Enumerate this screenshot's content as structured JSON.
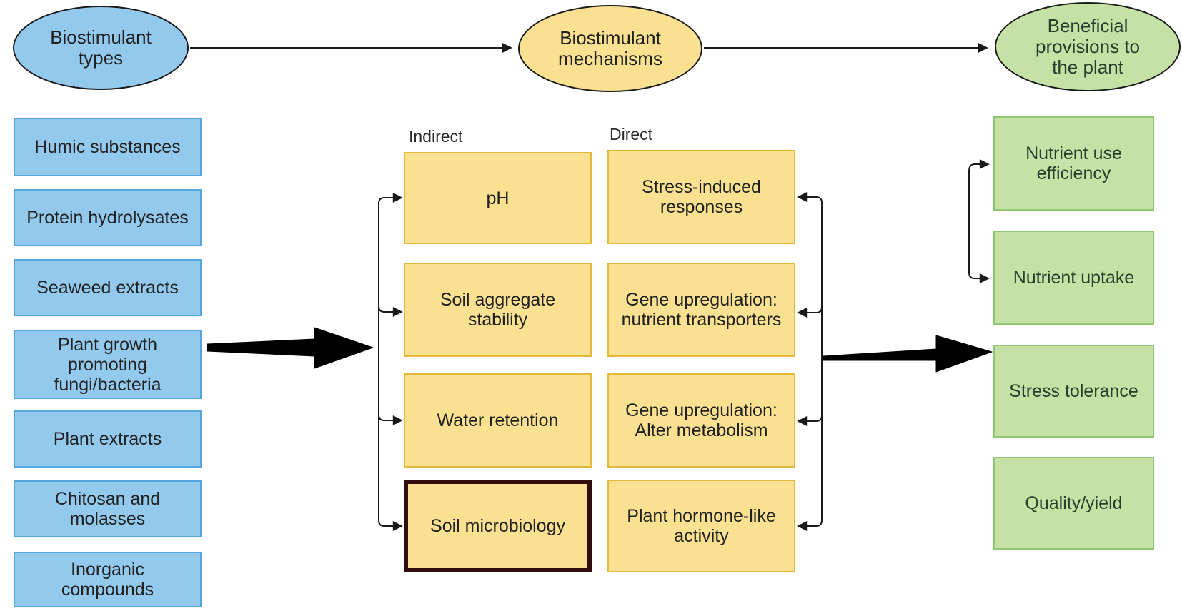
{
  "title": "Biostimulant diagram",
  "colors": {
    "blue_fill": "#93c9ed",
    "blue_border": "#54a7de",
    "yellow_fill": "#f9e191",
    "yellow_border": "#e2b93b",
    "green_fill": "#c4e2a5",
    "green_border": "#8fc773",
    "highlight_border": "#320d0d",
    "connector": "#1a1a1a",
    "arrow_black": "#000000"
  },
  "ellipses": {
    "types": {
      "label": "Biostimulant types"
    },
    "mechanisms": {
      "label": "Biostimulant mechanisms"
    },
    "benefits": {
      "label": "Beneficial provisions to the plant"
    }
  },
  "biostimulant_types": [
    "Humic substances",
    "Protein hydrolysates",
    "Seaweed extracts",
    "Plant growth promoting fungi/bacteria",
    "Plant extracts",
    "Chitosan and molasses",
    "Inorganic compounds"
  ],
  "mechanisms": {
    "indirect": {
      "heading": "Indirect",
      "items": [
        "pH",
        "Soil aggregate stability",
        "Water retention",
        "Soil microbiology"
      ]
    },
    "direct": {
      "heading": "Direct",
      "items": [
        "Stress-induced responses",
        "Gene upregulation: nutrient transporters",
        "Gene upregulation: Alter metabolism",
        "Plant hormone-like activity"
      ]
    }
  },
  "benefits": [
    "Nutrient use efficiency",
    "Nutrient uptake",
    "Stress tolerance",
    "Quality/yield"
  ]
}
